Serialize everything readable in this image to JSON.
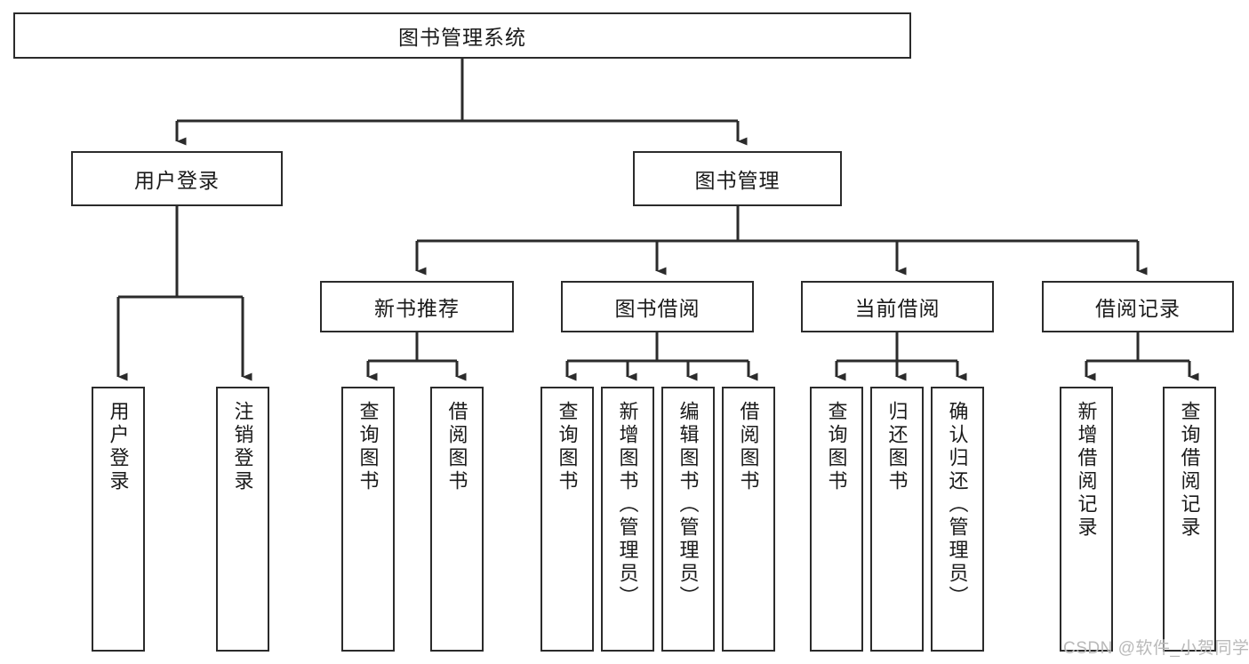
{
  "diagram": {
    "title": "图书管理系统",
    "watermark": "CSDN @软件_小贺同学",
    "line_color": "#2b2b2b",
    "text_color": "#1a1a1a",
    "watermark_color": "#b9b9b9",
    "background": "#ffffff",
    "root": {
      "label": "图书管理系统"
    },
    "level1": [
      {
        "label": "用户登录"
      },
      {
        "label": "图书管理"
      }
    ],
    "level2": [
      {
        "label": "新书推荐"
      },
      {
        "label": "图书借阅"
      },
      {
        "label": "当前借阅"
      },
      {
        "label": "借阅记录"
      }
    ],
    "leaves": [
      {
        "label": "用户登录"
      },
      {
        "label": "注销登录"
      },
      {
        "label": "查询图书"
      },
      {
        "label": "借阅图书"
      },
      {
        "label": "查询图书"
      },
      {
        "label": "新增图书（管理员）"
      },
      {
        "label": "编辑图书（管理员）"
      },
      {
        "label": "借阅图书"
      },
      {
        "label": "查询图书"
      },
      {
        "label": "归还图书"
      },
      {
        "label": "确认归还（管理员）"
      },
      {
        "label": "新增借阅记录"
      },
      {
        "label": "查询借阅记录"
      }
    ]
  }
}
